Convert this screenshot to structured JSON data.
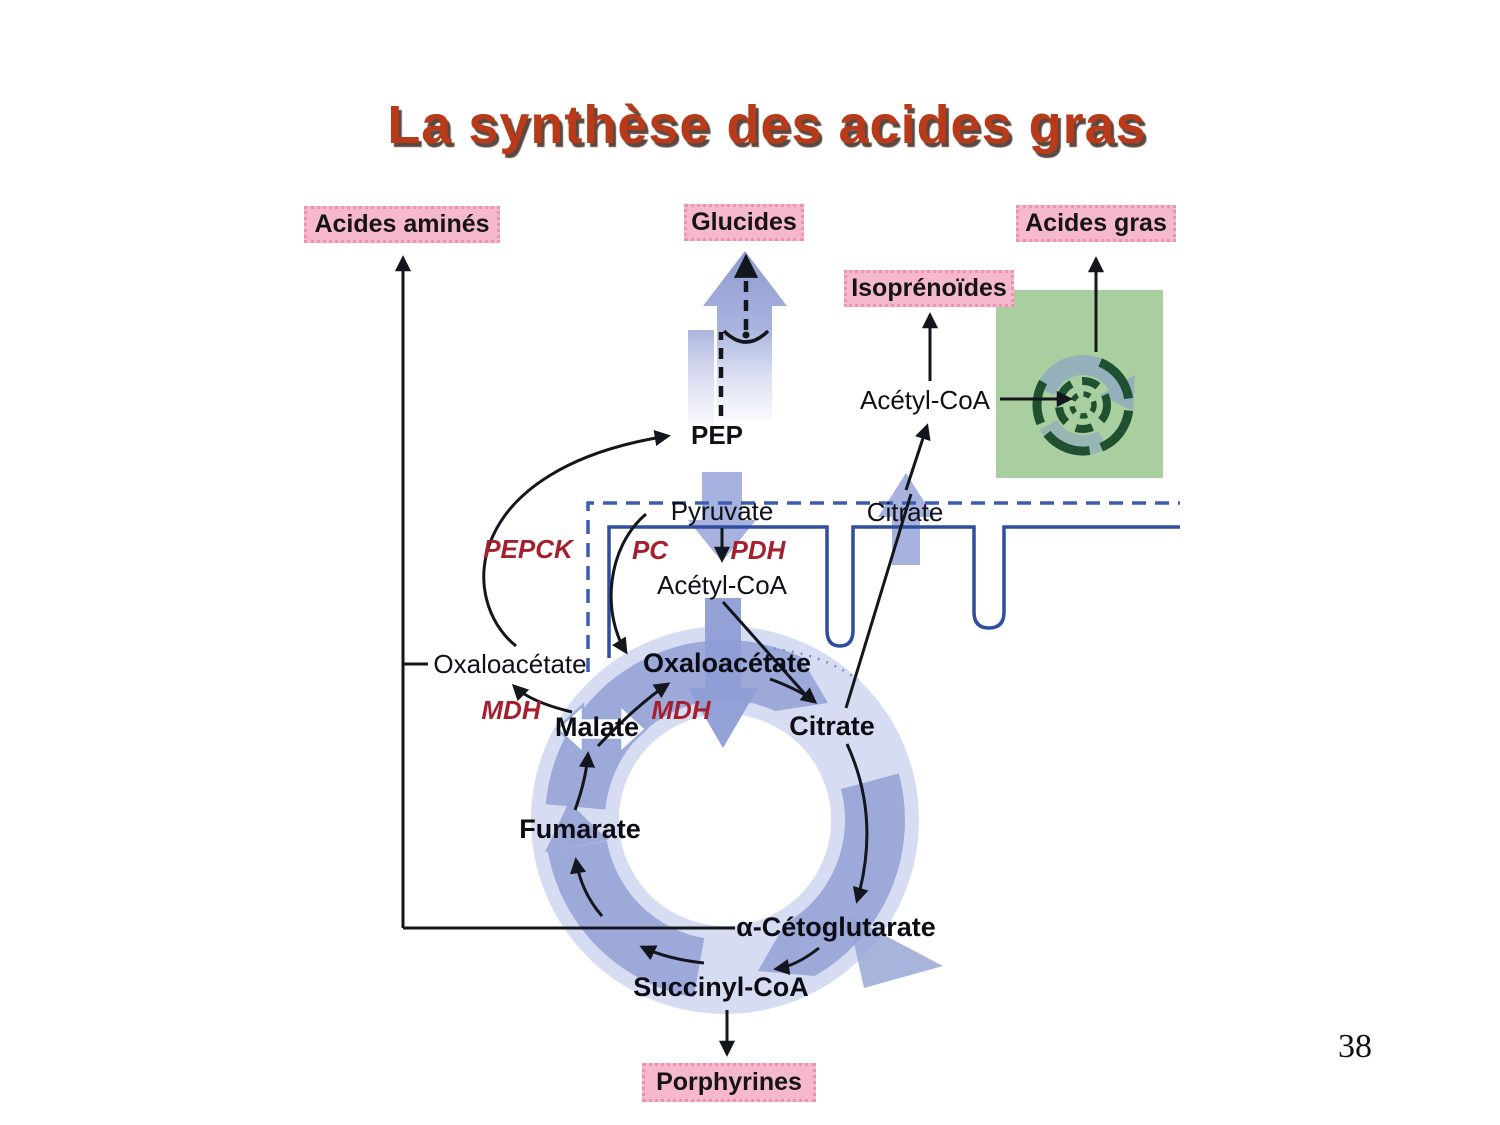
{
  "slide": {
    "title": "La synthèse des acides gras",
    "page_number": "38"
  },
  "product_boxes": {
    "acides_amines": {
      "label": "Acides aminés"
    },
    "glucides": {
      "label": "Glucides"
    },
    "acides_gras": {
      "label": "Acides gras"
    },
    "isoprenoides": {
      "label": "Isoprénoïdes"
    },
    "porphyrines": {
      "label": "Porphyrines"
    }
  },
  "metabolites": {
    "pep": {
      "label": "PEP"
    },
    "pyruvate": {
      "label": "Pyruvate"
    },
    "acetyl_coa_mitochondrial": {
      "label": "Acétyl-CoA"
    },
    "acetyl_coa_cytosolic": {
      "label": "Acétyl-CoA"
    },
    "citrate_cytosolic": {
      "label": "Citrate"
    },
    "oxaloacetate_cytosolic": {
      "label": "Oxaloacétate"
    },
    "oxaloacetate_mitochondrial": {
      "label": "Oxaloacétate"
    },
    "malate": {
      "label": "Malate"
    },
    "citrate_mitochondrial": {
      "label": "Citrate"
    },
    "fumarate": {
      "label": "Fumarate"
    },
    "alpha_cetoglutarate": {
      "label": "α-Cétoglutarate"
    },
    "succinyl_coa": {
      "label": "Succinyl-CoA"
    }
  },
  "enzymes": {
    "pepck": {
      "label": "PEPCK"
    },
    "pc": {
      "label": "PC"
    },
    "pdh": {
      "label": "PDH"
    },
    "mdh_cytosolic": {
      "label": "MDH"
    },
    "mdh_mitochondrial": {
      "label": "MDH"
    }
  },
  "colors": {
    "title_text": "#b93a18",
    "pink_box_fill": "#f6b8cc",
    "pink_box_border": "#ec93b4",
    "enzyme_red": "#a51f2d",
    "membrane_blue": "#2f4f9e",
    "cycle_arrow_blue": "#96a3d6",
    "cycle_ring_blue": "#cbd4ee",
    "highlight_green": "#a9cfa0",
    "spiral_dark_green": "#1f5130",
    "label_black": "#101019"
  }
}
